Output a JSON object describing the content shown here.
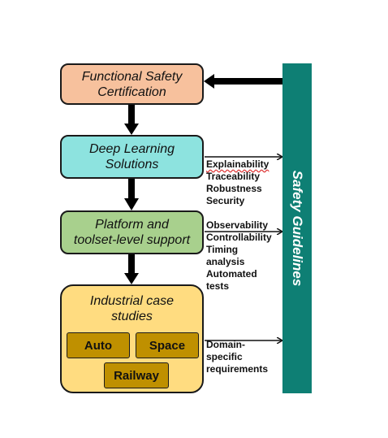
{
  "boxes": {
    "certification": "Functional Safety\nCertification",
    "deep_learning": "Deep Learning\nSolutions",
    "platform": "Platform and\ntoolset-level support",
    "case_studies": "Industrial case\nstudies"
  },
  "case_studies": {
    "auto": "Auto",
    "space": "Space",
    "railway": "Railway"
  },
  "guidelines_label": "Safety Guidelines",
  "deep_learning_props": [
    "Explainability",
    "Traceability",
    "Robustness",
    "Security"
  ],
  "platform_props": [
    "Observability",
    "Controllability",
    "Timing",
    "analysis",
    "Automated",
    "tests"
  ],
  "case_props": [
    "Domain-",
    "specific",
    "requirements"
  ],
  "colors": {
    "certification": "#f7c19d",
    "deep_learning": "#8de3df",
    "platform": "#a8d08d",
    "case_studies": "#ffdc80",
    "chips": "#bf9000",
    "guidelines": "#0e7f74"
  }
}
